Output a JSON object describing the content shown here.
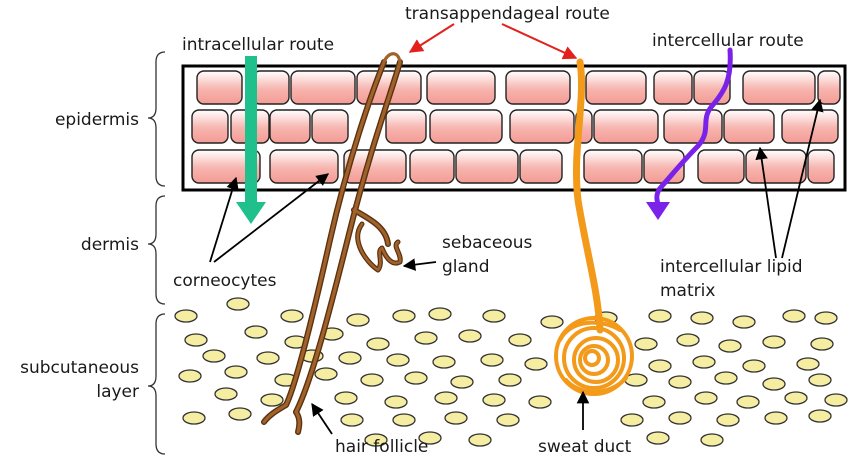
{
  "labels": {
    "transappendageal_route": "transappendageal route",
    "intracellular_route": "intracellular route",
    "intercellular_route": "intercellular route",
    "epidermis": "epidermis",
    "dermis": "dermis",
    "subcutaneous_line1": "subcutaneous",
    "subcutaneous_line2": "layer",
    "corneocytes": "corneocytes",
    "sebaceous_line1": "sebaceous",
    "sebaceous_line2": "gland",
    "lipid_line1": "intercellular lipid",
    "lipid_line2": "matrix",
    "hair_follicle": "hair follicle",
    "sweat_duct": "sweat duct"
  },
  "colors": {
    "corneocyte_fill": "#f7b4ae",
    "corneocyte_highlight": "#ffffff",
    "hair_follicle": "#a0622a",
    "hair_follicle_outline": "#5a3210",
    "sweat_duct": "#f39a1a",
    "intracellular_arrow": "#1fc08c",
    "intercellular_arrow": "#7b22e8",
    "pointer_arrow_red": "#e2211c",
    "fat_cell_fill": "#f5eea2",
    "fat_cell_outline": "#333333",
    "stratum_outline": "#000000"
  }
}
